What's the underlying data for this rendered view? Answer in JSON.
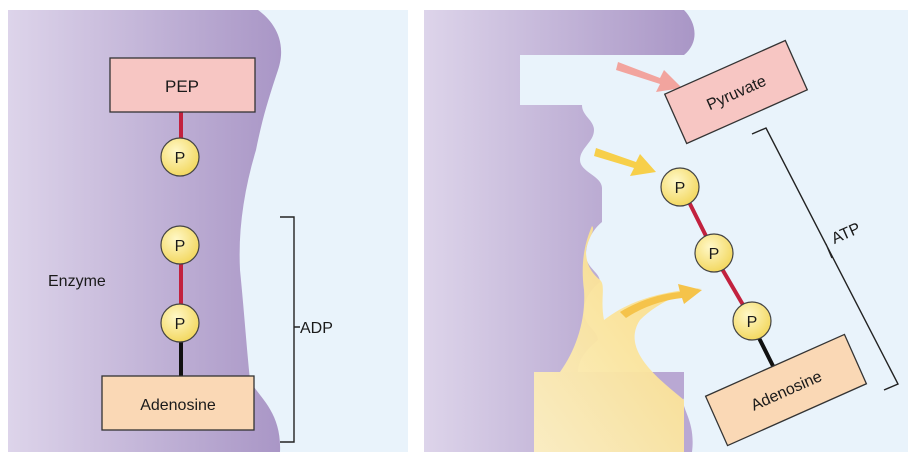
{
  "left_panel": {
    "top_label": "PEP",
    "enzyme_label": "Enzyme",
    "bracket_label": "ADP",
    "base_label": "Adenosine",
    "phosphates": [
      "P",
      "P",
      "P"
    ]
  },
  "right_panel": {
    "top_label": "Pyruvate",
    "bracket_label": "ATP",
    "base_label": "Adenosine",
    "phosphates": [
      "P",
      "P",
      "P"
    ]
  },
  "colors": {
    "background": "#e9f3fb",
    "enzyme": "#a996c6",
    "enzyme_light": "#ddd4ea",
    "pep_box": "#f7c6c3",
    "adenosine_box": "#fad8b5",
    "phosphate": "#fbe98a",
    "bond_red": "#c2213e",
    "bond_black": "#111111",
    "arrow_pink": "#f2a49e",
    "arrow_yellow": "#f7cf4a",
    "glow_yellow": "#fbe6a4"
  }
}
